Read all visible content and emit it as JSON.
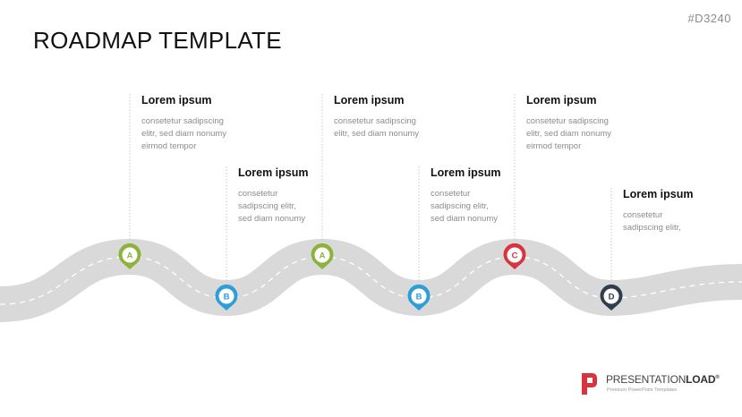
{
  "slide": {
    "code": "#D3240",
    "title": "ROADMAP TEMPLATE"
  },
  "colors": {
    "road": "#d9d9d9",
    "dash": "#ffffff",
    "guide": "#c8c8c8",
    "A": "#8db33d",
    "B": "#2f9ed8",
    "C": "#d9333f",
    "D": "#2e3e4e"
  },
  "milestones": [
    {
      "letter": "A",
      "color": "#8db33d",
      "heading": "Lorem ipsum",
      "lines": [
        "consetetur sadipscing",
        "elitr, sed diam nonumy",
        "eirmod tempor"
      ]
    },
    {
      "letter": "B",
      "color": "#2f9ed8",
      "heading": "Lorem ipsum",
      "lines": [
        "consetetur",
        "sadipscing elitr,",
        "sed diam nonumy"
      ]
    },
    {
      "letter": "A",
      "color": "#8db33d",
      "heading": "Lorem ipsum",
      "lines": [
        "consetetur sadipscing",
        "elitr, sed diam nonumy"
      ]
    },
    {
      "letter": "B",
      "color": "#2f9ed8",
      "heading": "Lorem ipsum",
      "lines": [
        "consetetur",
        "sadipscing elitr,",
        "sed diam nonumy"
      ]
    },
    {
      "letter": "C",
      "color": "#d9333f",
      "heading": "Lorem ipsum",
      "lines": [
        "consetetur sadipscing",
        "elitr, sed diam nonumy",
        "eirmod tempor"
      ]
    },
    {
      "letter": "D",
      "color": "#2e3e4e",
      "heading": "Lorem ipsum",
      "lines": [
        "consetetur",
        "sadipscing elitr,"
      ]
    }
  ],
  "logo": {
    "brand_light": "PRESENTATION",
    "brand_bold": "LOAD",
    "registered": "®",
    "tagline": "Premium PowerPoint Templates",
    "color": "#d9333f"
  }
}
